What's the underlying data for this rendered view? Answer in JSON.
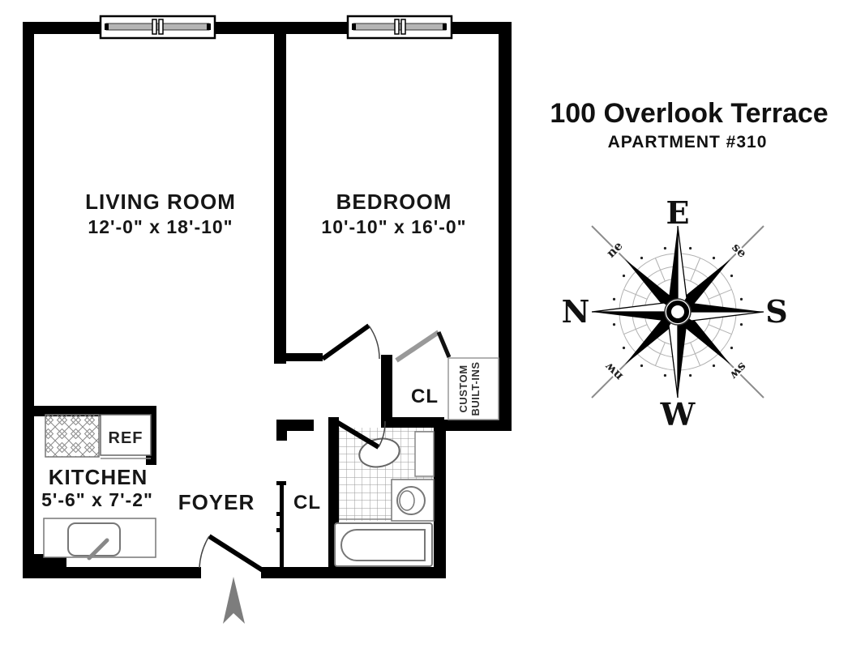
{
  "header": {
    "title": "100 Overlook Terrace",
    "subtitle": "APARTMENT #310"
  },
  "plan": {
    "living": {
      "name": "LIVING ROOM",
      "dims": "12'-0\" x 18'-10\""
    },
    "bedroom": {
      "name": "BEDROOM",
      "dims": "10'-10\" x 16'-0\""
    },
    "kitchen": {
      "name": "KITCHEN",
      "dims": "5'-6\" x 7'-2\""
    },
    "foyer": {
      "name": "FOYER"
    },
    "bedroom_closet": {
      "label": "CL"
    },
    "foyer_closet": {
      "label": "CL"
    },
    "fridge": {
      "label": "REF"
    },
    "builtins": {
      "line1": "CUSTOM",
      "line2": "BUILT-INS"
    }
  },
  "compass": {
    "north": "N",
    "east": "E",
    "south": "S",
    "west": "W",
    "ne": "ne",
    "se": "se",
    "nw": "nw",
    "sw": "sw"
  },
  "colors": {
    "wall": "#000000",
    "fixture_outline": "#777777",
    "door_closet": "#999999",
    "entry_arrow": "#7d7d7d"
  }
}
